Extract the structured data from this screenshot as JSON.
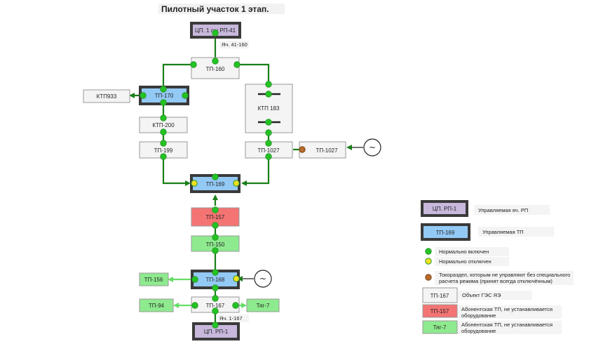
{
  "title": "Пилотный участок 1 этап.",
  "colors": {
    "line": "#1a7f1a",
    "green_arrow": "#66dd66",
    "node_on": "#22c422",
    "node_off": "#f0e020",
    "node_border": "#2a9a2a",
    "rp_fill": "#c7b8dc",
    "rp_border": "#3a3a3a",
    "tp_managed_fill": "#93c9f5",
    "tp_plain_fill": "#f4f4f4",
    "tp_red_fill": "#f47474",
    "tp_green_fill": "#8eea8e",
    "boundary": "#b96a2a"
  },
  "nodes": {
    "cp_top": "ЦП. 1 сш РП-41",
    "cell_top": "Яч. 41-160",
    "tp160": "ТП-160",
    "ktp933": "КТП933",
    "tp170": "ТП-170",
    "ktp183": "КТП 183",
    "ktp200": "КТП-200",
    "tp199": "ТП-199",
    "tp1027_left": "ТП-1027",
    "tp1027_right": "ТП-1027",
    "tp169": "ТП-169",
    "tp157": "ТП-157",
    "tp150": "ТП-150",
    "tp156": "ТП-156",
    "tp168": "ТП-168",
    "tp94": "ТП-94",
    "tp167": "ТП-167",
    "tag7": "Тяг-7",
    "cell_bottom": "Яч. 1-167",
    "cp_bottom": "ЦП. РП-1"
  },
  "generator_symbol": "~",
  "legend": [
    {
      "key": "rp",
      "sample": "ЦП. РП-1",
      "text": "Управляемая яч. РП"
    },
    {
      "key": "tp_managed",
      "sample": "ТП-169",
      "text": "Управляемая ТП"
    },
    {
      "key": "on",
      "sample": "",
      "text": "Нормально включен"
    },
    {
      "key": "off",
      "sample": "",
      "text": "Нормально отключен"
    },
    {
      "key": "boundary",
      "sample": "",
      "text": "Токораздел, которым не управляют без специального",
      "text2": "расчета режима (принят всегда отключённым)"
    },
    {
      "key": "tp_plain",
      "sample": "ТП-167",
      "text": "Объект ГЭС ЯЭ"
    },
    {
      "key": "tp_red",
      "sample": "ТП-157",
      "text": "Абонентская ТП, не устанавливается",
      "text2": "оборудование"
    },
    {
      "key": "tp_green",
      "sample": "Тяг-7",
      "text": "Абонентская ТП, не устанавливается",
      "text2": "оборудование"
    }
  ]
}
